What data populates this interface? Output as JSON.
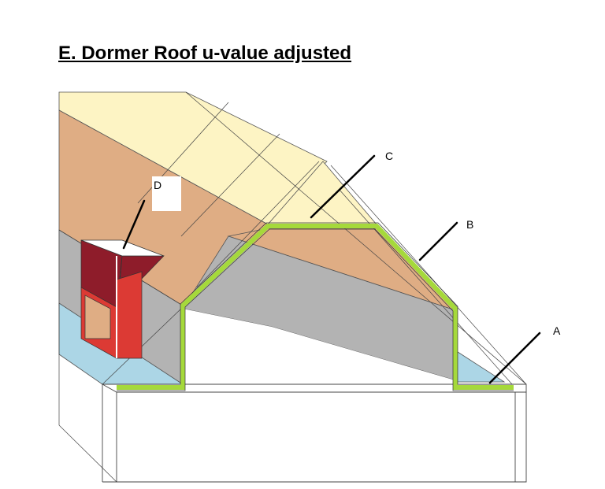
{
  "title": "E. Dormer Roof u-value adjusted",
  "labels": {
    "a": "A",
    "b": "B",
    "c": "C",
    "d": "D"
  },
  "colors": {
    "insulation": "#a5d93b",
    "roof_tile_band": "#fdf4c4",
    "roof_tan": "#dfad84",
    "wall_grey": "#b3b3b3",
    "floor_blue": "#acd6e6",
    "chimney_dark": "#8e1c2a",
    "chimney_red": "#dc3a34"
  }
}
